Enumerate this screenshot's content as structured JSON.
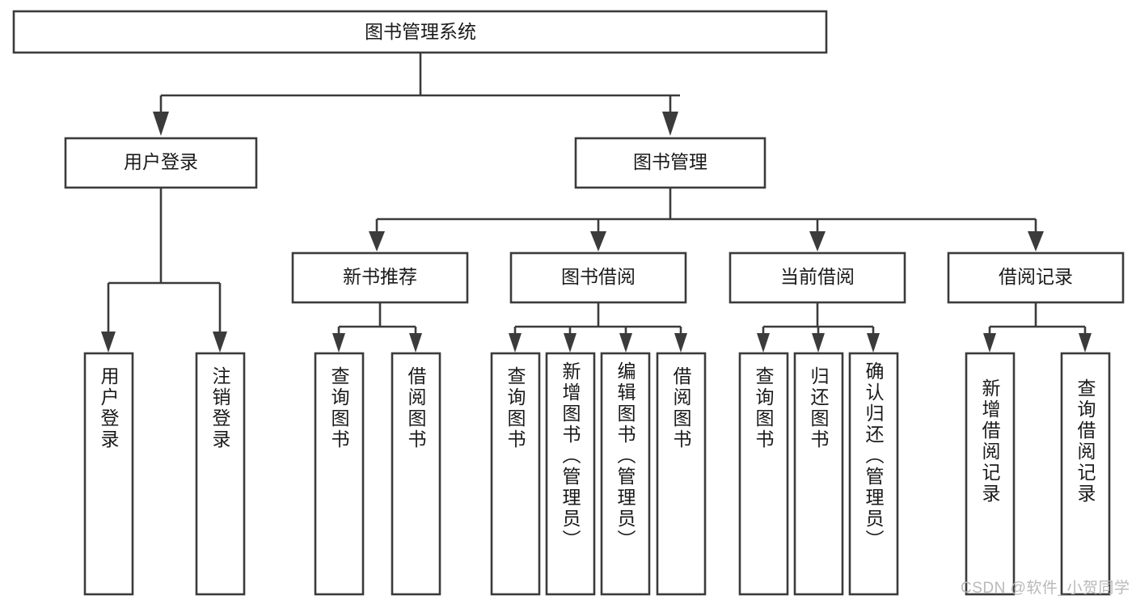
{
  "diagram": {
    "type": "tree-hierarchy-diagram",
    "title": "图书管理系统",
    "background_color": "#ffffff",
    "stroke_color": "#3b3b3b",
    "text_color": "#1a1a1a",
    "nodes": {
      "root": {
        "label": "图书管理系统"
      },
      "level2": [
        {
          "id": "user-login",
          "label": "用户登录"
        },
        {
          "id": "book-management",
          "label": "图书管理"
        }
      ],
      "level3": [
        {
          "id": "new-book-recommend",
          "label": "新书推荐"
        },
        {
          "id": "book-borrow",
          "label": "图书借阅"
        },
        {
          "id": "current-borrow",
          "label": "当前借阅"
        },
        {
          "id": "borrow-record",
          "label": "借阅记录"
        }
      ],
      "leaves": {
        "user-login": [
          {
            "id": "leaf-user-login",
            "label": "用户登录"
          },
          {
            "id": "leaf-logout-login",
            "label": "注销登录"
          }
        ],
        "new-book-recommend": [
          {
            "id": "leaf-query-book-1",
            "label": "查询图书"
          },
          {
            "id": "leaf-borrow-book-1",
            "label": "借阅图书"
          }
        ],
        "book-borrow": [
          {
            "id": "leaf-query-book-2",
            "label": "查询图书"
          },
          {
            "id": "leaf-add-book",
            "label": "新增图书（管理员）"
          },
          {
            "id": "leaf-edit-book",
            "label": "编辑图书（管理员）"
          },
          {
            "id": "leaf-borrow-book-2",
            "label": "借阅图书"
          }
        ],
        "current-borrow": [
          {
            "id": "leaf-query-book-3",
            "label": "查询图书"
          },
          {
            "id": "leaf-return-book",
            "label": "归还图书"
          },
          {
            "id": "leaf-confirm-return",
            "label": "确认归还（管理员）"
          }
        ],
        "borrow-record": [
          {
            "id": "leaf-add-record",
            "label": "新增借阅记录"
          },
          {
            "id": "leaf-query-record",
            "label": "查询借阅记录"
          }
        ]
      }
    },
    "edges": [
      {
        "from": "root",
        "to": "user-login"
      },
      {
        "from": "root",
        "to": "book-management"
      },
      {
        "from": "book-management",
        "to": "new-book-recommend"
      },
      {
        "from": "book-management",
        "to": "book-borrow"
      },
      {
        "from": "book-management",
        "to": "current-borrow"
      },
      {
        "from": "book-management",
        "to": "borrow-record"
      },
      {
        "from": "user-login",
        "to": "leaf-user-login"
      },
      {
        "from": "user-login",
        "to": "leaf-logout-login"
      },
      {
        "from": "new-book-recommend",
        "to": "leaf-query-book-1"
      },
      {
        "from": "new-book-recommend",
        "to": "leaf-borrow-book-1"
      },
      {
        "from": "book-borrow",
        "to": "leaf-query-book-2"
      },
      {
        "from": "book-borrow",
        "to": "leaf-add-book"
      },
      {
        "from": "book-borrow",
        "to": "leaf-edit-book"
      },
      {
        "from": "book-borrow",
        "to": "leaf-borrow-book-2"
      },
      {
        "from": "current-borrow",
        "to": "leaf-query-book-3"
      },
      {
        "from": "current-borrow",
        "to": "leaf-return-book"
      },
      {
        "from": "current-borrow",
        "to": "leaf-confirm-return"
      },
      {
        "from": "borrow-record",
        "to": "leaf-add-record"
      },
      {
        "from": "borrow-record",
        "to": "leaf-query-record"
      }
    ]
  },
  "watermark": {
    "text": "CSDN @软件_小贺同学",
    "color": "#b9b9b9"
  }
}
